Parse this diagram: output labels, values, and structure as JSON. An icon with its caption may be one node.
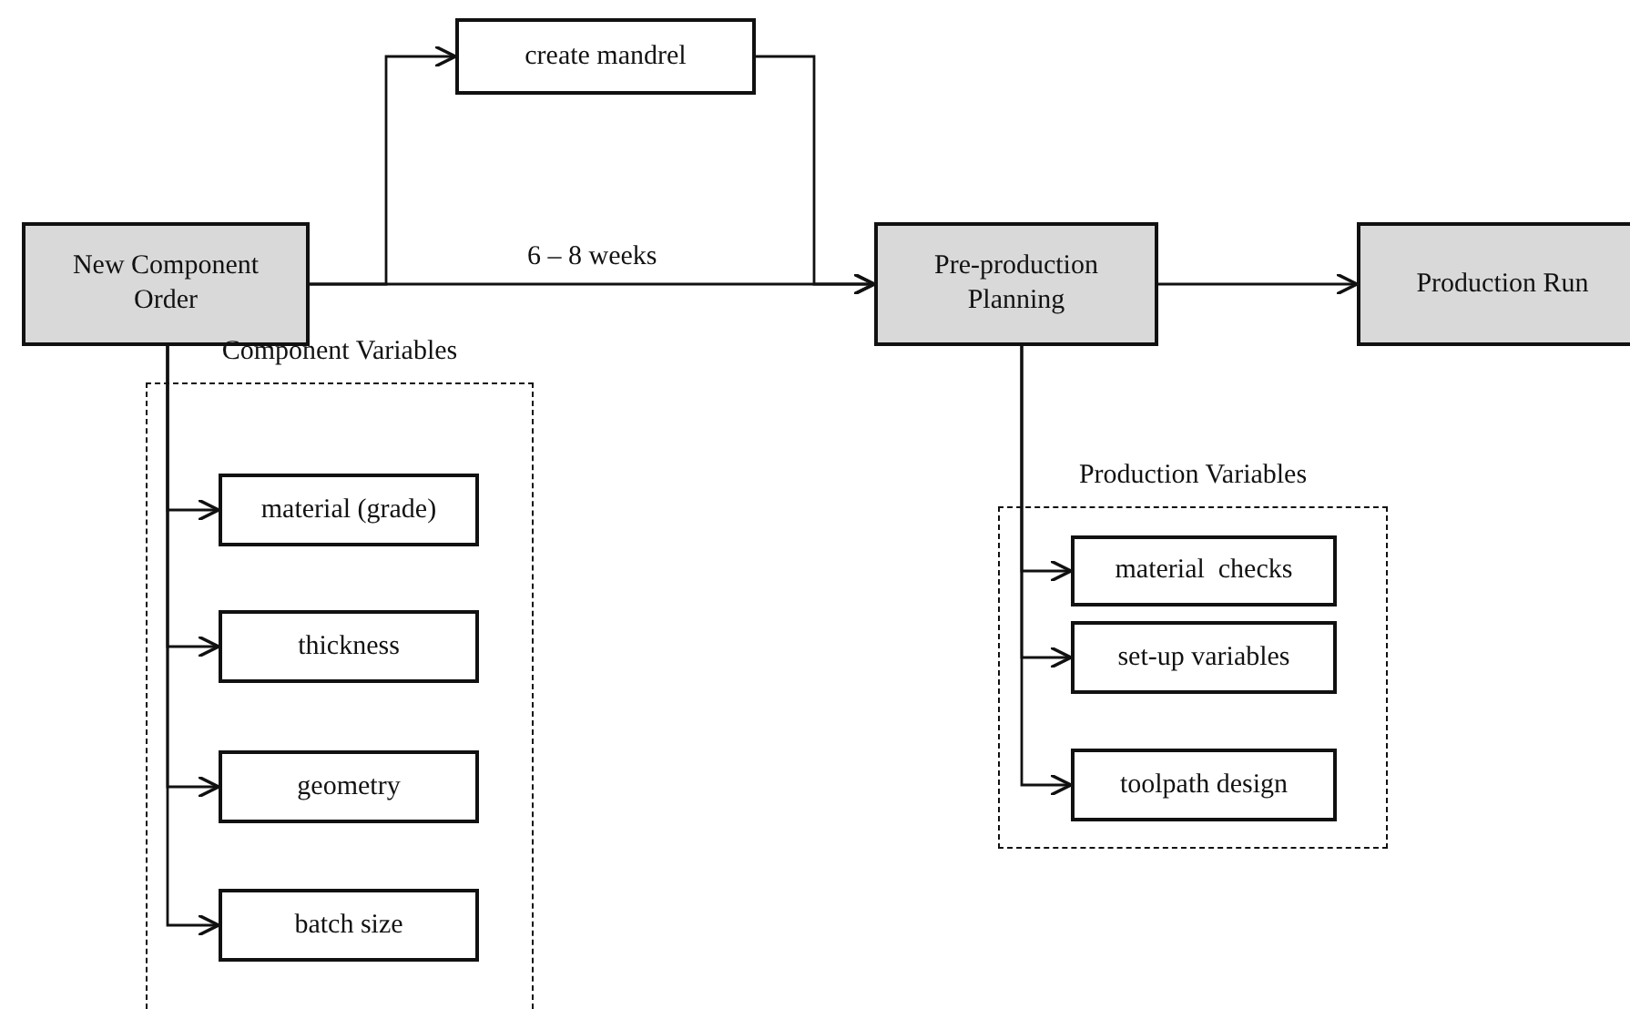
{
  "diagram": {
    "nodes": [
      {
        "text": [
          "New Component Order"
        ]
      },
      {
        "text": [
          "create mandrel"
        ]
      },
      {
        "text": [
          "Pre-production Planning"
        ]
      },
      {
        "text": [
          "Production Run"
        ]
      },
      {
        "text": [
          "Component Variables"
        ]
      },
      {
        "text": [
          "material (grade)"
        ],
        "in": 4
      },
      {
        "text": [
          "thickness"
        ],
        "in": 4
      },
      {
        "text": [
          "geometry"
        ],
        "in": 4
      },
      {
        "text": [
          "batch size"
        ],
        "in": 4
      },
      {
        "text": [
          "Production Variables"
        ]
      },
      {
        "text": [
          "material  checks"
        ],
        "in": 9
      },
      {
        "text": [
          "set-up variables"
        ],
        "in": 9
      },
      {
        "text": [
          "toolpath design"
        ],
        "in": 9
      }
    ],
    "edges": [
      {
        "from": 0,
        "to": 1,
        "arrow": "to"
      },
      {
        "from": 1,
        "to": 2,
        "arrow": "to"
      },
      {
        "from": 0,
        "to": 2,
        "arrow": "to",
        "label": "6 – 8 weeks"
      },
      {
        "from": 2,
        "to": 3,
        "arrow": "to"
      },
      {
        "from": 0,
        "to": 5,
        "arrow": "to"
      },
      {
        "from": 0,
        "to": 6,
        "arrow": "to"
      },
      {
        "from": 0,
        "to": 7,
        "arrow": "to"
      },
      {
        "from": 0,
        "to": 8,
        "arrow": "to"
      },
      {
        "from": 2,
        "to": 10,
        "arrow": "to"
      },
      {
        "from": 2,
        "to": 11,
        "arrow": "to"
      },
      {
        "from": 2,
        "to": 12,
        "arrow": "to"
      }
    ]
  }
}
